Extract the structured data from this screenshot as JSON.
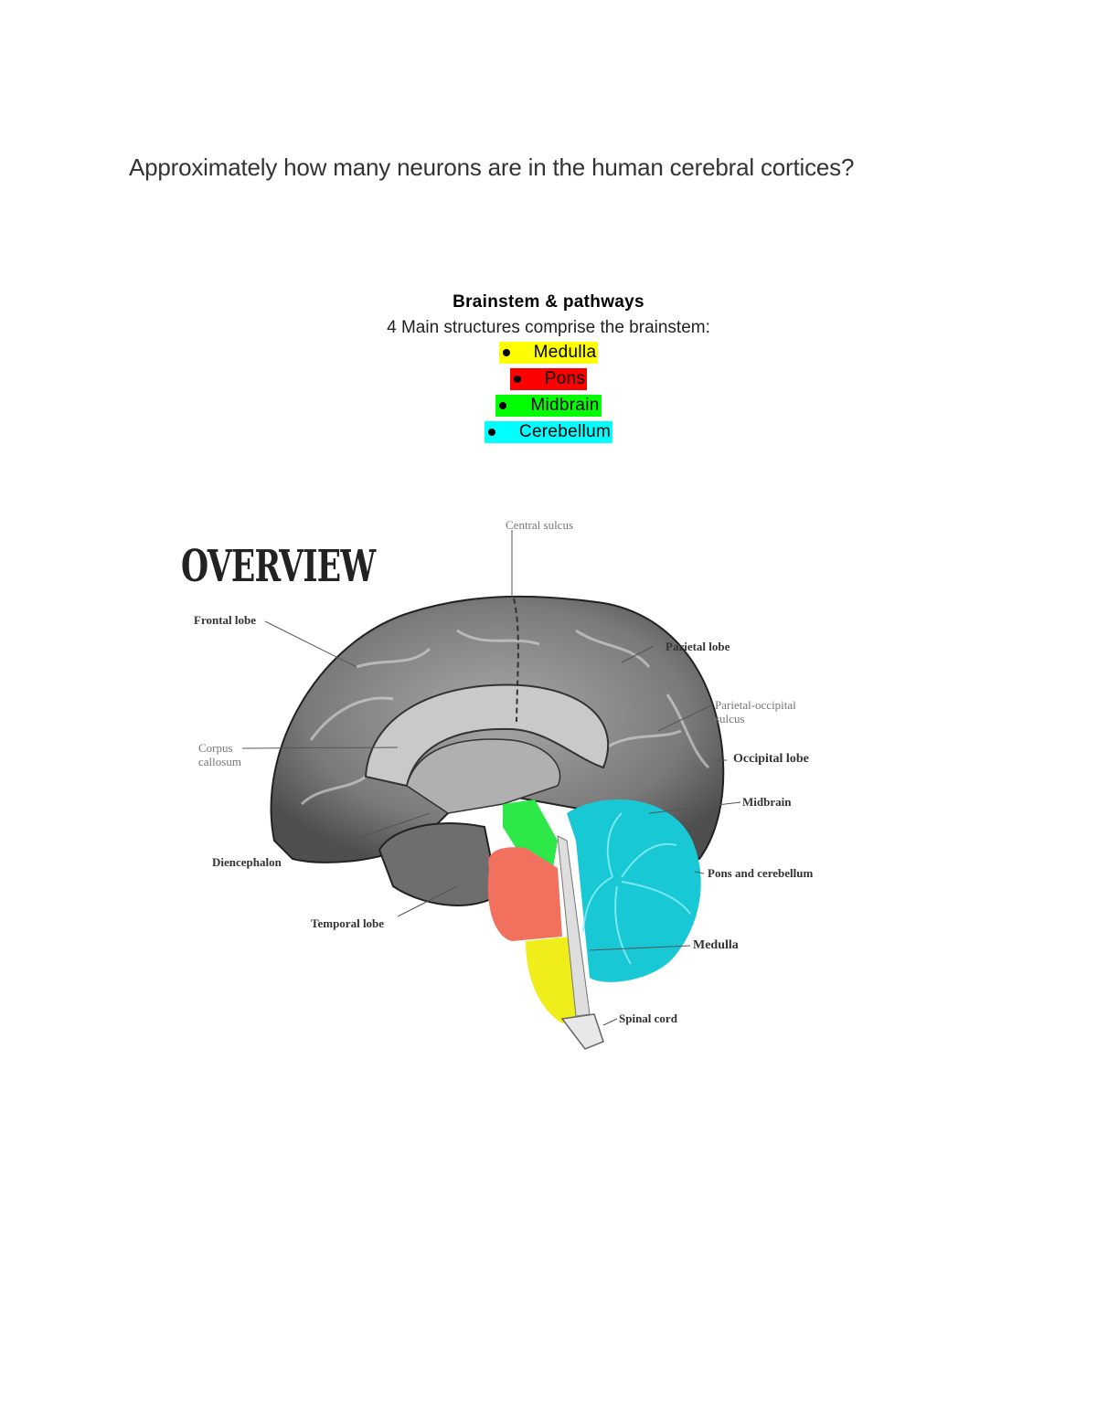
{
  "question": "Approximately how many neurons are in the human cerebral cortices?",
  "section": {
    "title": "Brainstem & pathways",
    "subtitle": "4 Main structures comprise the brainstem:",
    "items": [
      {
        "label": "Medulla",
        "color": "#ffff00"
      },
      {
        "label": "Pons",
        "color": "#ff0000"
      },
      {
        "label": "Midbrain",
        "color": "#00ff00"
      },
      {
        "label": "Cerebellum",
        "color": "#00ffff"
      }
    ]
  },
  "figure": {
    "title": "OVERVIEW",
    "labels": {
      "central_sulcus": "Central sulcus",
      "frontal_lobe": "Frontal lobe",
      "parietal_lobe": "Parietal lobe",
      "parietal_occipital_1": "Parietal-occipital",
      "parietal_occipital_2": "sulcus",
      "corpus_1": "Corpus",
      "corpus_2": "callosum",
      "occipital_lobe": "Occipital lobe",
      "midbrain": "Midbrain",
      "diencephalon": "Diencephalon",
      "pons_cerebellum": "Pons and cerebellum",
      "temporal_lobe": "Temporal lobe",
      "medulla": "Medulla",
      "spinal_cord": "Spinal cord"
    },
    "region_colors": {
      "midbrain": "#2ee84a",
      "pons": "#f2705e",
      "medulla": "#f0ee1a",
      "cerebellum": "#18c8d4"
    }
  }
}
